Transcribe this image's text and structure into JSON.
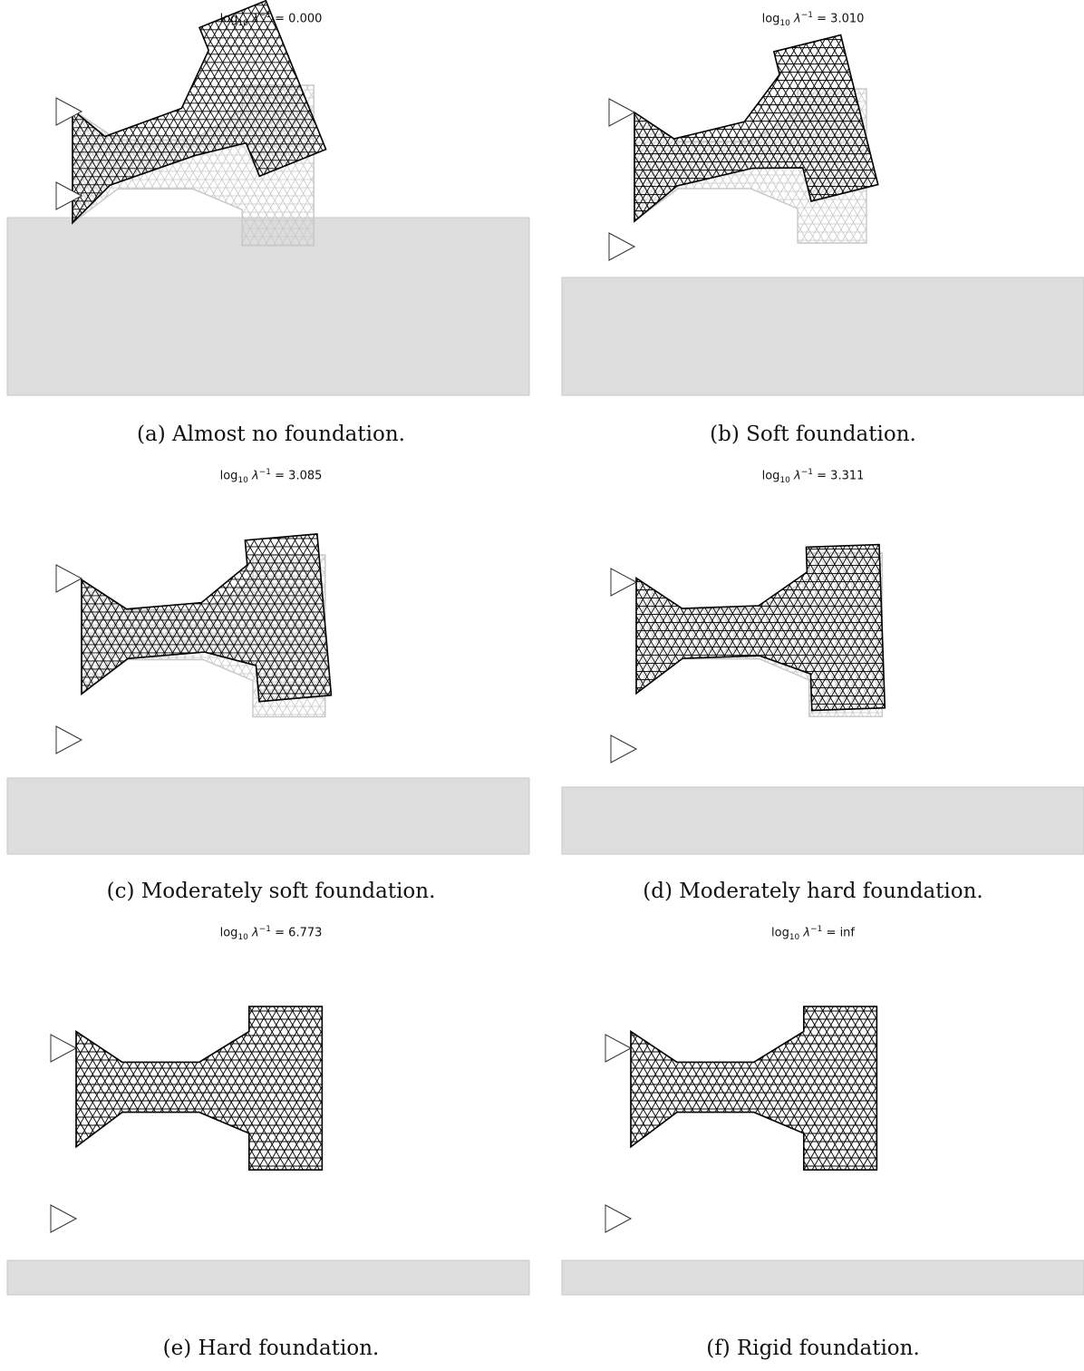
{
  "title_prefix": "log",
  "title_base": "10",
  "title_symbol": "λ",
  "title_exp": "−1",
  "title_eq": " = ",
  "panels": [
    {
      "id": "a",
      "value": "0.000",
      "caption": "(a) Almost no foundation."
    },
    {
      "id": "b",
      "value": "3.010",
      "caption": "(b) Soft foundation."
    },
    {
      "id": "c",
      "value": "3.085",
      "caption": "(c) Moderately soft foundation."
    },
    {
      "id": "d",
      "value": "3.311",
      "caption": "(d) Moderately hard foundation."
    },
    {
      "id": "e",
      "value": "6.773",
      "caption": "(e) Hard foundation."
    },
    {
      "id": "f",
      "value": "inf",
      "caption": "(f) Rigid foundation."
    }
  ],
  "colors": {
    "foundation": "#dddddd",
    "mesh": "#000000",
    "undeformed": "#c8c8c8",
    "support": "#ffffff"
  }
}
